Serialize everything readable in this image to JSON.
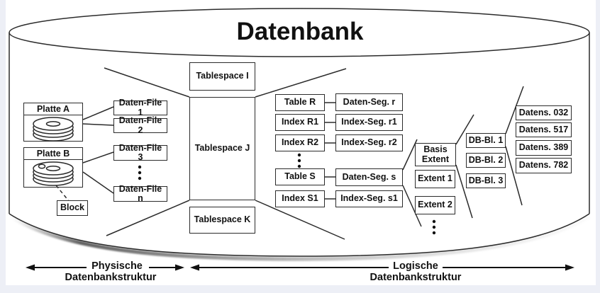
{
  "title": "Datenbank",
  "physical": {
    "disk_a": "Platte A",
    "disk_b": "Platte B",
    "block": "Block",
    "files": [
      "Daten-File 1",
      "Daten-File 2",
      "Daten-File 3",
      "Daten-File n"
    ]
  },
  "tablespaces": [
    "Tablespace I",
    "Tablespace J",
    "Tablespace K"
  ],
  "logical": {
    "objects": [
      "Table R",
      "Index R1",
      "Index R2",
      "Table S",
      "Index S1"
    ],
    "segments": [
      "Daten-Seg. r",
      "Index-Seg. r1",
      "Index-Seg. r2",
      "Daten-Seg. s",
      "Index-Seg. s1"
    ],
    "extents": [
      "Basis Extent",
      "Extent 1",
      "Extent 2"
    ],
    "db_blocks": [
      "DB-Bl. 1",
      "DB-Bl. 2",
      "DB-Bl. 3"
    ],
    "records": [
      "Datens. 032",
      "Datens. 517",
      "Datens. 389",
      "Datens. 782"
    ]
  },
  "legend": {
    "physical_line1": "Physische",
    "physical_line2": "Datenbankstruktur",
    "logical_line1": "Logische",
    "logical_line2": "Datenbankstruktur"
  },
  "colors": {
    "line": "#2b2b2b",
    "background": "#ffffff",
    "page_edge": "#edeff6"
  }
}
